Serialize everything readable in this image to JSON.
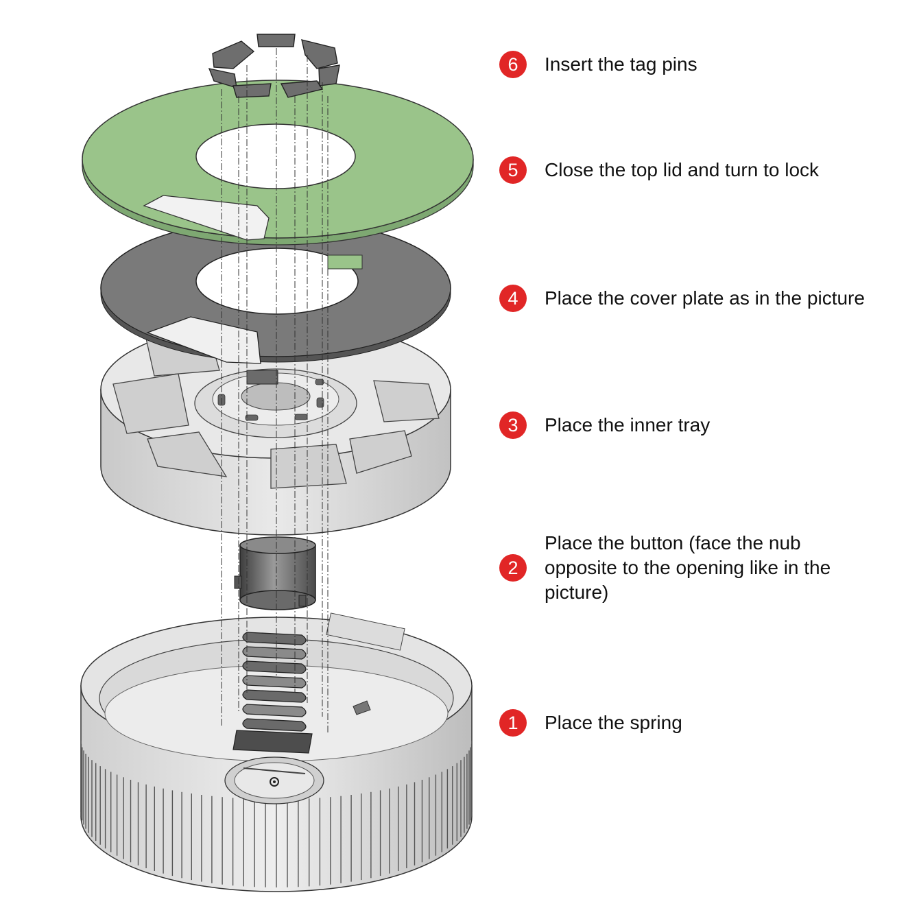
{
  "steps": [
    {
      "number": "6",
      "text": "Insert the tag pins"
    },
    {
      "number": "5",
      "text": "Close the top lid and turn to lock"
    },
    {
      "number": "4",
      "text": "Place the cover plate as in the picture"
    },
    {
      "number": "3",
      "text": "Place the inner tray"
    },
    {
      "number": "2",
      "text": "Place the button (face the nub opposite to the opening like in the picture)"
    },
    {
      "number": "1",
      "text": "Place the spring"
    }
  ],
  "colors": {
    "badge": "#e12626",
    "lid": "#9ac48a",
    "plate": "#7a7a7a",
    "tray": "#dedede",
    "base": "#e6e6e6",
    "parts_dark": "#555555"
  },
  "parts": [
    {
      "name": "tag pins",
      "icon": "tag-pins-ring"
    },
    {
      "name": "top lid",
      "icon": "green-lid"
    },
    {
      "name": "cover plate",
      "icon": "gray-plate"
    },
    {
      "name": "inner tray",
      "icon": "tray"
    },
    {
      "name": "button",
      "icon": "button-cylinder"
    },
    {
      "name": "spring",
      "icon": "spring"
    },
    {
      "name": "base",
      "icon": "base-housing"
    }
  ]
}
